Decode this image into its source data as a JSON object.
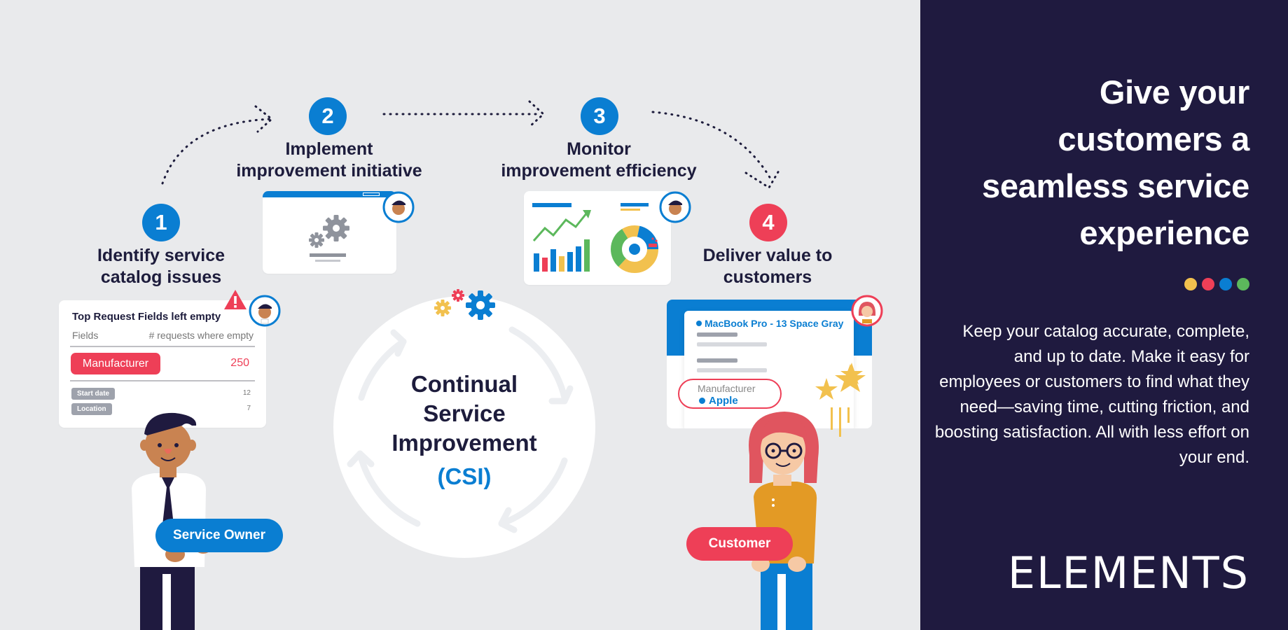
{
  "steps": [
    {
      "number": "1",
      "title_lines": [
        "Identify service",
        "catalog issues"
      ]
    },
    {
      "number": "2",
      "title_lines": [
        "Implement",
        "improvement initiative"
      ]
    },
    {
      "number": "3",
      "title_lines": [
        "Monitor",
        "improvement efficiency"
      ]
    },
    {
      "number": "4",
      "title_lines": [
        "Deliver value to",
        "customers"
      ]
    }
  ],
  "issues_card": {
    "title": "Top Request Fields left empty",
    "col_fields": "Fields",
    "col_requests": "#  requests where empty",
    "highlight_field": "Manufacturer",
    "highlight_count": "250",
    "rows": [
      {
        "field": "Start date",
        "count": "12"
      },
      {
        "field": "Location",
        "count": "7"
      }
    ]
  },
  "csi": {
    "title_lines": [
      "Continual",
      "Service",
      "Improvement"
    ],
    "abbr": "(CSI)"
  },
  "deliver_card": {
    "product": "MacBook Pro - 13 Space Gray",
    "field_label": "Manufacturer",
    "field_value": "Apple"
  },
  "roles": {
    "owner": "Service Owner",
    "customer": "Customer"
  },
  "panel": {
    "headline_lines": [
      "Give your",
      "customers a",
      "seamless service",
      "experience"
    ],
    "body": "Keep your catalog accurate, complete, and up to date. Make it easy for employees or customers to find what they need—saving time, cutting friction, and boosting satisfaction. All with less effort on your end.",
    "logo": "ELEMENTS",
    "dot_colors": [
      "#f2c14e",
      "#ee3f57",
      "#0a7ed2",
      "#5cb85c"
    ]
  },
  "colors": {
    "blue": "#0a7ed2",
    "red": "#ee3f57",
    "navy": "#1f1a3f",
    "yellow": "#f2c14e",
    "green": "#5cb85c"
  }
}
